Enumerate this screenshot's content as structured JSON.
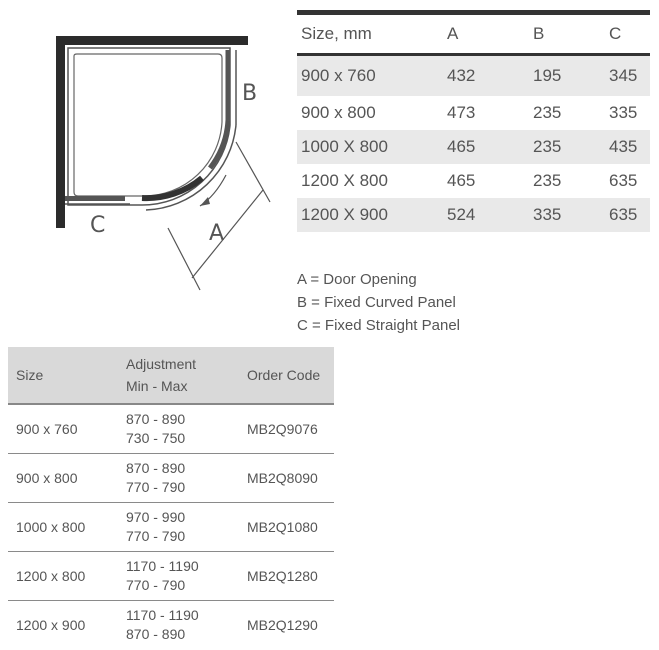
{
  "diagram": {
    "label_a": "A",
    "label_b": "B",
    "label_c": "C"
  },
  "dimensions_table": {
    "headers": [
      "Size, mm",
      "A",
      "B",
      "C"
    ],
    "rows": [
      [
        "900 x 760",
        "432",
        "195",
        "345"
      ],
      [
        "900 x 800",
        "473",
        "235",
        "335"
      ],
      [
        "1000 X 800",
        "465",
        "235",
        "435"
      ],
      [
        "1200 X 800",
        "465",
        "235",
        "635"
      ],
      [
        "1200 X 900",
        "524",
        "335",
        "635"
      ]
    ]
  },
  "legend": [
    "A = Door Opening",
    "B = Fixed Curved Panel",
    "C = Fixed Straight Panel"
  ],
  "order_table": {
    "headers": {
      "size": "Size",
      "adjustment_line1": "Adjustment",
      "adjustment_line2": "Min - Max",
      "order_code": "Order Code"
    },
    "rows": [
      {
        "size": "900 x 760",
        "adj1": "870 - 890",
        "adj2": "730 - 750",
        "code": "MB2Q9076"
      },
      {
        "size": "900 x 800",
        "adj1": "870 - 890",
        "adj2": "770 - 790",
        "code": "MB2Q8090"
      },
      {
        "size": "1000 x 800",
        "adj1": "970 - 990",
        "adj2": "770 - 790",
        "code": "MB2Q1080"
      },
      {
        "size": "1200 x 800",
        "adj1": "1170 - 1190",
        "adj2": "770 - 790",
        "code": "MB2Q1280"
      },
      {
        "size": "1200 x 900",
        "adj1": "1170 - 1190",
        "adj2": "870 - 890",
        "code": "MB2Q1290"
      }
    ]
  }
}
